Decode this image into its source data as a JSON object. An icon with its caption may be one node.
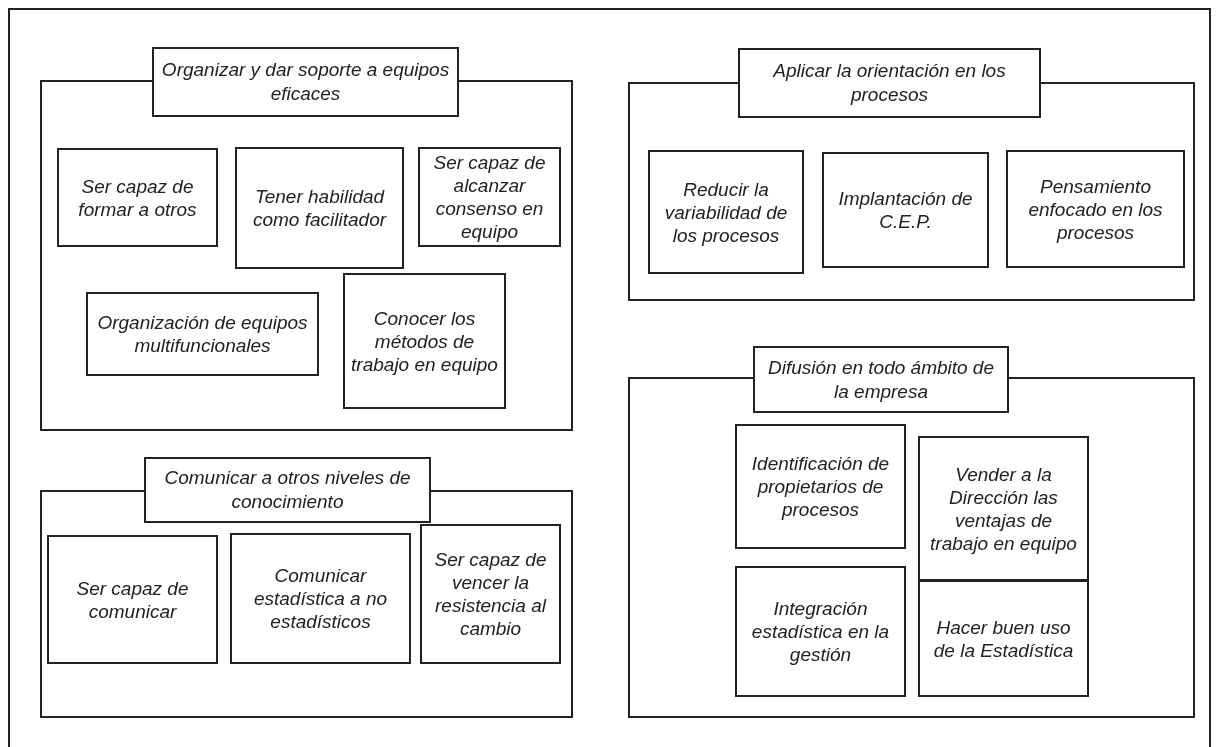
{
  "diagram": {
    "nodes": [
      {
        "text": [
          "Organizar y dar soporte a equipos eficaces"
        ]
      },
      {
        "text": [
          "Ser capaz de formar a otros"
        ],
        "in": 0
      },
      {
        "text": [
          "Tener habilidad como facilitador"
        ],
        "in": 0
      },
      {
        "text": [
          "Ser capaz de alcanzar consenso en equipo"
        ],
        "in": 0
      },
      {
        "text": [
          "Organización de equipos multifuncionales"
        ],
        "in": 0
      },
      {
        "text": [
          "Conocer los métodos de trabajo en equipo"
        ],
        "in": 0
      },
      {
        "text": [
          "Aplicar la orientación en los procesos"
        ]
      },
      {
        "text": [
          "Reducir la variabilidad de los procesos"
        ],
        "in": 6
      },
      {
        "text": [
          "Implantación de C.E.P."
        ],
        "in": 6
      },
      {
        "text": [
          "Pensamiento enfocado en los procesos"
        ],
        "in": 6
      },
      {
        "text": [
          "Comunicar a otros niveles de conocimiento"
        ]
      },
      {
        "text": [
          "Ser capaz de comunicar"
        ],
        "in": 10
      },
      {
        "text": [
          "Comunicar estadística a no estadísticos"
        ],
        "in": 10
      },
      {
        "text": [
          "Ser capaz de vencer la resistencia al cambio"
        ],
        "in": 10
      },
      {
        "text": [
          "Difusión en todo ámbito de la empresa"
        ]
      },
      {
        "text": [
          "Identificación de propietarios de procesos"
        ],
        "in": 14
      },
      {
        "text": [
          "Vender a la Dirección las ventajas de trabajo en equipo"
        ],
        "in": 14
      },
      {
        "text": [
          "Integración estadística en la gestión"
        ],
        "in": 14
      },
      {
        "text": [
          "Hacer buen uso de la Estadística"
        ],
        "in": 14
      }
    ]
  }
}
